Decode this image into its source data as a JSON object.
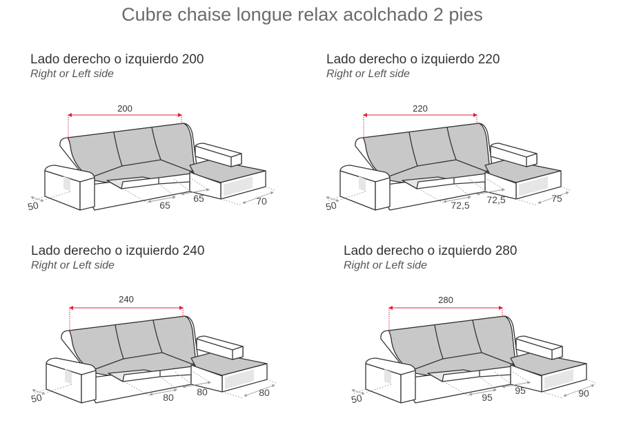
{
  "title": "Cubre chaise longue relax acolchado 2 pies",
  "colors": {
    "accent": "#e0203a",
    "cover": "#c8c8c8",
    "outline": "#333333"
  },
  "panels": [
    {
      "heading": "Lado derecho o izquierdo 200",
      "subtitle": "Right or Left side",
      "width": "200",
      "depth": "50",
      "seat1": "65",
      "seat2": "65",
      "chaise": "70"
    },
    {
      "heading": "Lado derecho o izquierdo 220",
      "subtitle": "Right or Left side",
      "width": "220",
      "depth": "50",
      "seat1": "72,5",
      "seat2": "72,5",
      "chaise": "75"
    },
    {
      "heading": "Lado derecho o izquierdo 240",
      "subtitle": "Right or Left side",
      "width": "240",
      "depth": "50",
      "seat1": "80",
      "seat2": "80",
      "chaise": "80"
    },
    {
      "heading": "Lado derecho o izquierdo 280",
      "subtitle": "Right or Left side",
      "width": "280",
      "depth": "50",
      "seat1": "95",
      "seat2": "95",
      "chaise": "90"
    }
  ]
}
